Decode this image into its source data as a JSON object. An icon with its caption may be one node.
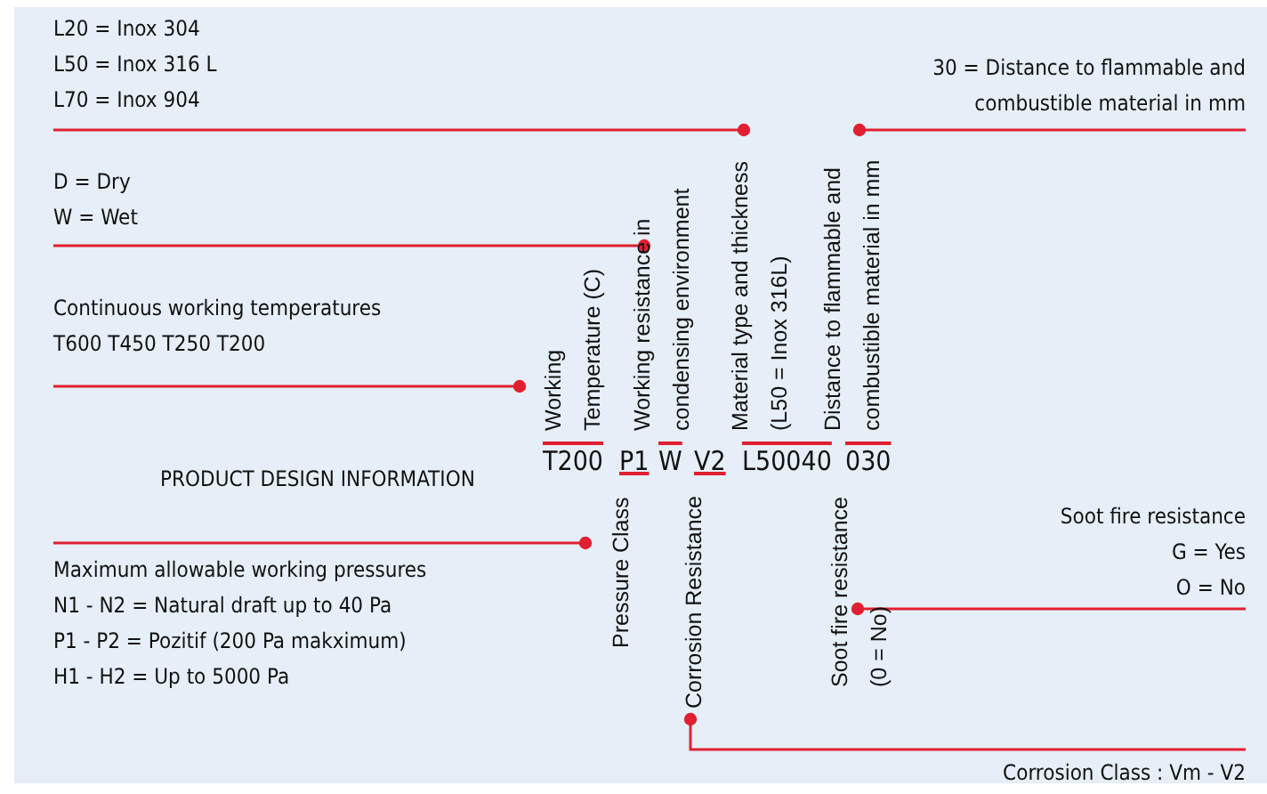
{
  "diagram": {
    "nodes": [
      {
        "text": [
          "L20 = Inox 304",
          "L50 = Inox 316 L",
          "L70 = Inox 904"
        ]
      },
      {
        "text": [
          "30 = Distance to flammable and combustible material in mm"
        ]
      },
      {
        "text": [
          "D = Dry",
          "W = Wet"
        ]
      },
      {
        "text": [
          "Continuous working temperatures",
          "T600 T450 T250 T200"
        ]
      },
      {
        "text": [
          "Working Temperature (C)"
        ]
      },
      {
        "text": [
          "Working resistance in condensing environment"
        ]
      },
      {
        "text": [
          "Material type and thickness (L50 = Inox 316L)"
        ]
      },
      {
        "text": [
          "Distance to flammable and combustible material in mm"
        ]
      },
      {
        "text": [
          "Pressure Class"
        ]
      },
      {
        "text": [
          "Corrosion Resistance"
        ]
      },
      {
        "text": [
          "Soot fire resistance (0 = No)"
        ]
      },
      {
        "text": [
          "Maximum allowable working pressures",
          "N1 - N2 = Natural draft up to 40 Pa",
          "P1 - P2 = Pozitif (200 Pa makximum)",
          "H1 - H2 = Up to 5000 Pa"
        ]
      },
      {
        "text": [
          "Soot fire resistance",
          "G = Yes",
          "O = No"
        ]
      },
      {
        "text": [
          "Corrosion Class : Vm - V2"
        ]
      }
    ],
    "edges": [
      {
        "from": 0,
        "to": 6,
        "arrow": "other"
      },
      {
        "from": 1,
        "to": 7,
        "arrow": "other"
      },
      {
        "from": 2,
        "to": 5,
        "arrow": "other"
      },
      {
        "from": 3,
        "to": 4,
        "arrow": "other"
      },
      {
        "from": 11,
        "to": 8,
        "arrow": "other"
      },
      {
        "from": 12,
        "to": 10,
        "arrow": "other"
      },
      {
        "from": 13,
        "to": 9,
        "arrow": "other"
      }
    ],
    "labels": [
      "T200",
      "P1",
      "W",
      "V2",
      "L50040",
      "030",
      "PRODUCT DESIGN INFORMATION"
    ]
  }
}
